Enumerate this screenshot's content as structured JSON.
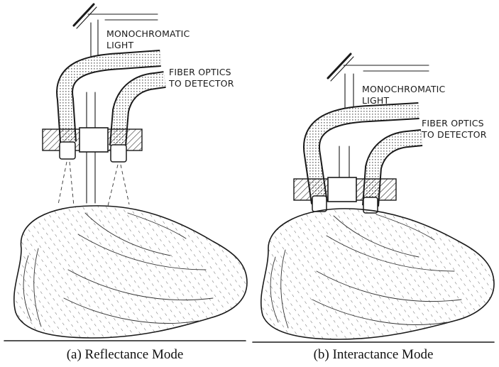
{
  "panel_a": {
    "light_label_line1": "MONOCHROMATIC",
    "light_label_line2": "LIGHT",
    "fiber_label_line1": "FIBER OPTICS",
    "fiber_label_line2": "TO DETECTOR",
    "caption": "(a) Reflectance Mode"
  },
  "panel_b": {
    "light_label_line1": "MONOCHROMATIC",
    "light_label_line2": "LIGHT",
    "fiber_label_line1": "FIBER OPTICS",
    "fiber_label_line2": "TO DETECTOR",
    "caption": "(b) Interactance Mode"
  }
}
